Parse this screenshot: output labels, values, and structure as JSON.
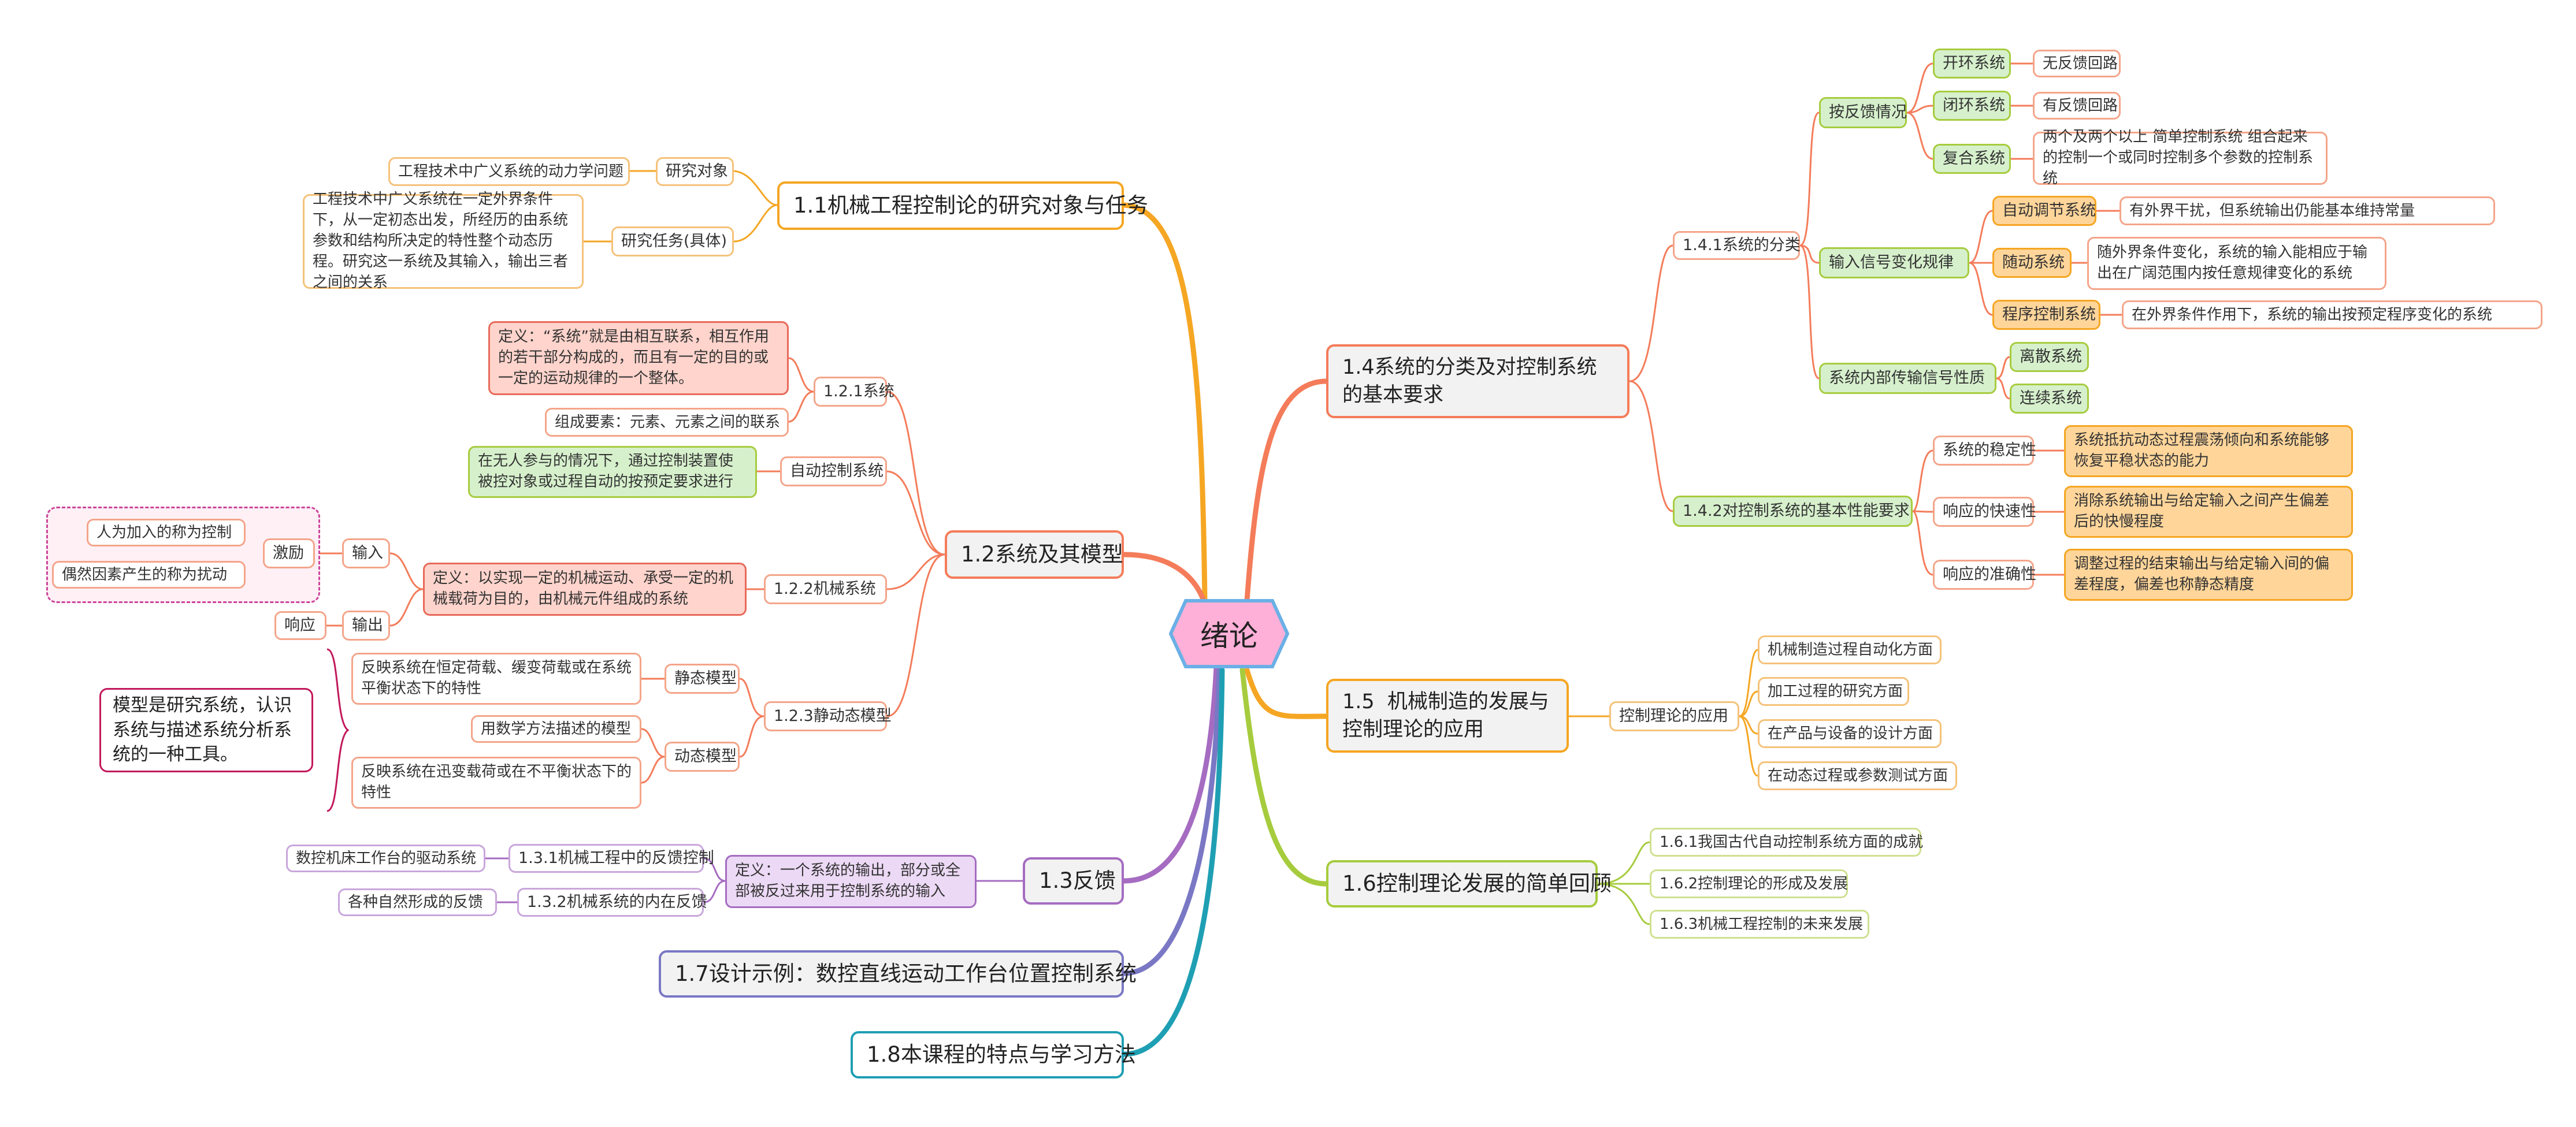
{
  "central": {
    "title": "绪论"
  },
  "colors": {
    "orange": "#f5a623",
    "pink": "#f29090",
    "red": "#f47c5a",
    "purple": "#a56cc1",
    "indigo": "#7a78c4",
    "teal": "#1f9fb3",
    "green": "#a6cc3e",
    "center_fill": "#ffb0d8",
    "center_border": "#6ab0e6"
  },
  "topics": {
    "t11": "1.1机械工程控制论的研究对象与任务",
    "t11_obj": "研究对象",
    "t11_obj_d": "工程技术中广义系统的动力学问题",
    "t11_task": "研究任务(具体)",
    "t11_task_d": "工程技术中广义系统在一定外界条件下，从一定初态出发，所经历的由系统参数和结构所决定的特性整个动态历程。研究这一系统及其输入，输出三者之间的关系",
    "t12": "1.2系统及其模型",
    "t121": "1.2.1系统",
    "t121_def": "定义：“系统”就是由相互联系，相互作用的若干部分构成的，而且有一定的目的或一定的运动规律的一个整体。",
    "t121_comp": "组成要素：元素、元素之间的联系",
    "t12_auto": "自动控制系统",
    "t12_auto_def": "在无人参与的情况下，通过控制装置使被控对象或过程自动的按预定要求进行",
    "t122": "1.2.2机械系统",
    "t122_def": "定义：以实现一定的机械运动、承受一定的机械载荷为目的，由机械元件组成的系统",
    "t122_in": "输入",
    "t122_out": "输出",
    "t122_excite": "激励",
    "t122_ctrl": "人为加入的称为控制",
    "t122_dist": "偶然因素产生的称为扰动",
    "t122_resp": "响应",
    "t123": "1.2.3静动态模型",
    "t123_static": "静态模型",
    "t123_static_d": "反映系统在恒定荷载、缓变荷载或在系统平衡状态下的特性",
    "t123_dyn": "动态模型",
    "t123_dyn_d1": "用数学方法描述的模型",
    "t123_dyn_d2": "反映系统在迅变载荷或在不平衡状态下的特性",
    "t123_note": "模型是研究系统，认识系统与描述系统分析系统的一种工具。",
    "t13": "1.3反馈",
    "t13_def": "定义：一个系统的输出，部分或全部被反过来用于控制系统的输入",
    "t131": "1.3.1机械工程中的反馈控制",
    "t131_d": "数控机床工作台的驱动系统",
    "t132": "1.3.2机械系统的内在反馈",
    "t132_d": "各种自然形成的反馈",
    "t17": "1.7设计示例：数控直线运动工作台位置控制系统",
    "t18": "1.8本课程的特点与学习方法",
    "t14": "1.4系统的分类及对控制系统的基本要求",
    "t141": "1.4.1系统的分类",
    "t141_fb": "按反馈情况",
    "t141_open": "开环系统",
    "t141_open_d": "无反馈回路",
    "t141_closed": "闭环系统",
    "t141_closed_d": "有反馈回路",
    "t141_comp": "复合系统",
    "t141_comp_d": "两个及两个以上 简单控制系统 组合起来的控制一个或同时控制多个参数的控制系统",
    "t141_sig": "输入信号变化规律",
    "t141_reg": "自动调节系统",
    "t141_reg_d": "有外界干扰，但系统输出仍能基本维持常量",
    "t141_follow": "随动系统",
    "t141_follow_d": "随外界条件变化，系统的输入能相应于输出在广阔范围内按任意规律变化的系统",
    "t141_prog": "程序控制系统",
    "t141_prog_d": "在外界条件作用下，系统的输出按预定程序变化的系统",
    "t141_trans": "系统内部传输信号性质",
    "t141_disc": "离散系统",
    "t141_cont": "连续系统",
    "t142": "1.4.2对控制系统的基本性能要求",
    "t142_stab": "系统的稳定性",
    "t142_stab_d": "系统抵抗动态过程震荡倾向和系统能够恢复平稳状态的能力",
    "t142_fast": "响应的快速性",
    "t142_fast_d": "消除系统输出与给定输入之间产生偏差后的快慢程度",
    "t142_acc": "响应的准确性",
    "t142_acc_d": "调整过程的结束输出与给定输入间的偏差程度，偏差也称静态精度",
    "t15": "1.5  机械制造的发展与控制理论的应用",
    "t15_app": "控制理论的应用",
    "t15_a1": "机械制造过程自动化方面",
    "t15_a2": "加工过程的研究方面",
    "t15_a3": "在产品与设备的设计方面",
    "t15_a4": "在动态过程或参数测试方面",
    "t16": "1.6控制理论发展的简单回顾",
    "t161": "1.6.1我国古代自动控制系统方面的成就",
    "t162": "1.6.2控制理论的形成及发展",
    "t163": "1.6.3机械工程控制的未来发展"
  }
}
